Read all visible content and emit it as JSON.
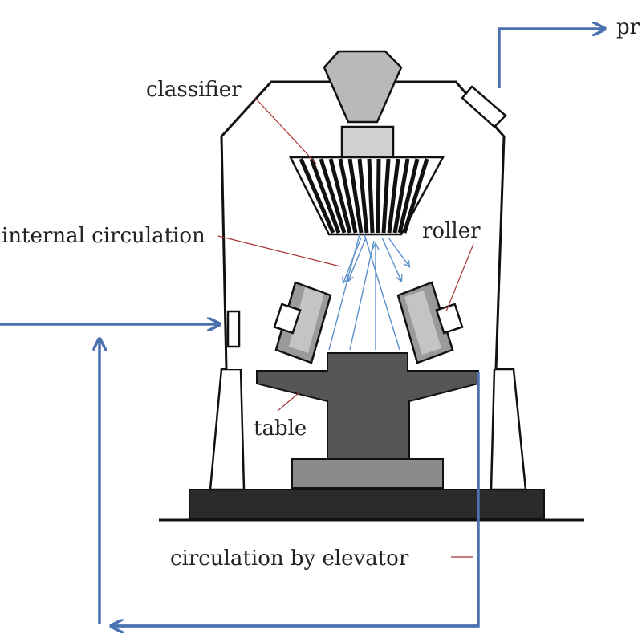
{
  "labels": {
    "classifier": "classifier",
    "internal_circulation": "internal circulation",
    "roller": "roller",
    "table": "table",
    "circulation_by_elevator": "circulation by elevator",
    "product": "pr"
  },
  "colors": {
    "flow_arrow": "#4a72b0",
    "leader_line": "#a83232",
    "internal_flow": "#5b8fc9",
    "outline": "#111111",
    "base_dark": "#2b2b2b",
    "table_gray": "#555555",
    "roller_gray": "#9a9a9a",
    "pedestal_gray": "#8a8a8a"
  }
}
